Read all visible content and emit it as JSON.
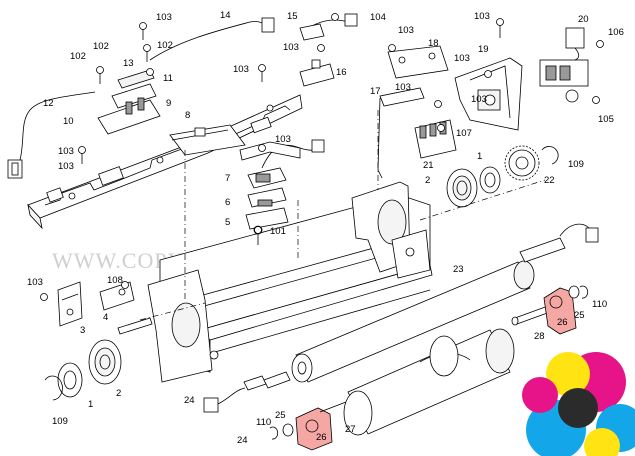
{
  "watermark": "WWW.COPY-YADAK.COM",
  "callouts": [
    {
      "id": "c-103-a",
      "text": "103"
    },
    {
      "id": "c-14",
      "text": "14"
    },
    {
      "id": "c-15",
      "text": "15"
    },
    {
      "id": "c-104",
      "text": "104"
    },
    {
      "id": "c-103-b",
      "text": "103"
    },
    {
      "id": "c-103-c",
      "text": "103"
    },
    {
      "id": "c-20",
      "text": "20"
    },
    {
      "id": "c-102-a",
      "text": "102"
    },
    {
      "id": "c-102-b",
      "text": "102"
    },
    {
      "id": "c-102-c",
      "text": "102"
    },
    {
      "id": "c-13",
      "text": "13"
    },
    {
      "id": "c-103-d",
      "text": "103"
    },
    {
      "id": "c-18",
      "text": "18"
    },
    {
      "id": "c-19",
      "text": "19"
    },
    {
      "id": "c-106",
      "text": "106"
    },
    {
      "id": "c-103-e",
      "text": "103"
    },
    {
      "id": "c-16",
      "text": "16"
    },
    {
      "id": "c-103-f",
      "text": "103"
    },
    {
      "id": "c-11",
      "text": "11"
    },
    {
      "id": "c-103-g",
      "text": "103"
    },
    {
      "id": "c-12",
      "text": "12"
    },
    {
      "id": "c-9",
      "text": "9"
    },
    {
      "id": "c-10",
      "text": "10"
    },
    {
      "id": "c-17",
      "text": "17"
    },
    {
      "id": "c-103-h",
      "text": "103"
    },
    {
      "id": "c-105",
      "text": "105"
    },
    {
      "id": "c-8",
      "text": "8"
    },
    {
      "id": "c-107",
      "text": "107"
    },
    {
      "id": "c-103-i",
      "text": "103"
    },
    {
      "id": "c-103-j",
      "text": "103"
    },
    {
      "id": "c-1-a",
      "text": "1"
    },
    {
      "id": "c-109-a",
      "text": "109"
    },
    {
      "id": "c-21",
      "text": "21"
    },
    {
      "id": "c-103-k",
      "text": "103"
    },
    {
      "id": "c-2-a",
      "text": "2"
    },
    {
      "id": "c-22",
      "text": "22"
    },
    {
      "id": "c-7",
      "text": "7"
    },
    {
      "id": "c-6",
      "text": "6"
    },
    {
      "id": "c-5",
      "text": "5"
    },
    {
      "id": "c-101",
      "text": "101"
    },
    {
      "id": "c-23",
      "text": "23"
    },
    {
      "id": "c-103-l",
      "text": "103"
    },
    {
      "id": "c-108",
      "text": "108"
    },
    {
      "id": "c-110-a",
      "text": "110"
    },
    {
      "id": "c-25-a",
      "text": "25"
    },
    {
      "id": "c-26-a",
      "text": "26"
    },
    {
      "id": "c-4",
      "text": "4"
    },
    {
      "id": "c-3",
      "text": "3"
    },
    {
      "id": "c-28",
      "text": "28"
    },
    {
      "id": "c-2-b",
      "text": "2"
    },
    {
      "id": "c-1-b",
      "text": "1"
    },
    {
      "id": "c-109-b",
      "text": "109"
    },
    {
      "id": "c-24-a",
      "text": "24"
    },
    {
      "id": "c-25-b",
      "text": "25"
    },
    {
      "id": "c-110-b",
      "text": "110"
    },
    {
      "id": "c-26-b",
      "text": "26"
    },
    {
      "id": "c-27",
      "text": "27"
    },
    {
      "id": "c-24-b",
      "text": "24"
    }
  ],
  "logo": {
    "colors": [
      "#e6007e",
      "#00a0e9",
      "#ffe100",
      "#1a1a1a"
    ]
  }
}
